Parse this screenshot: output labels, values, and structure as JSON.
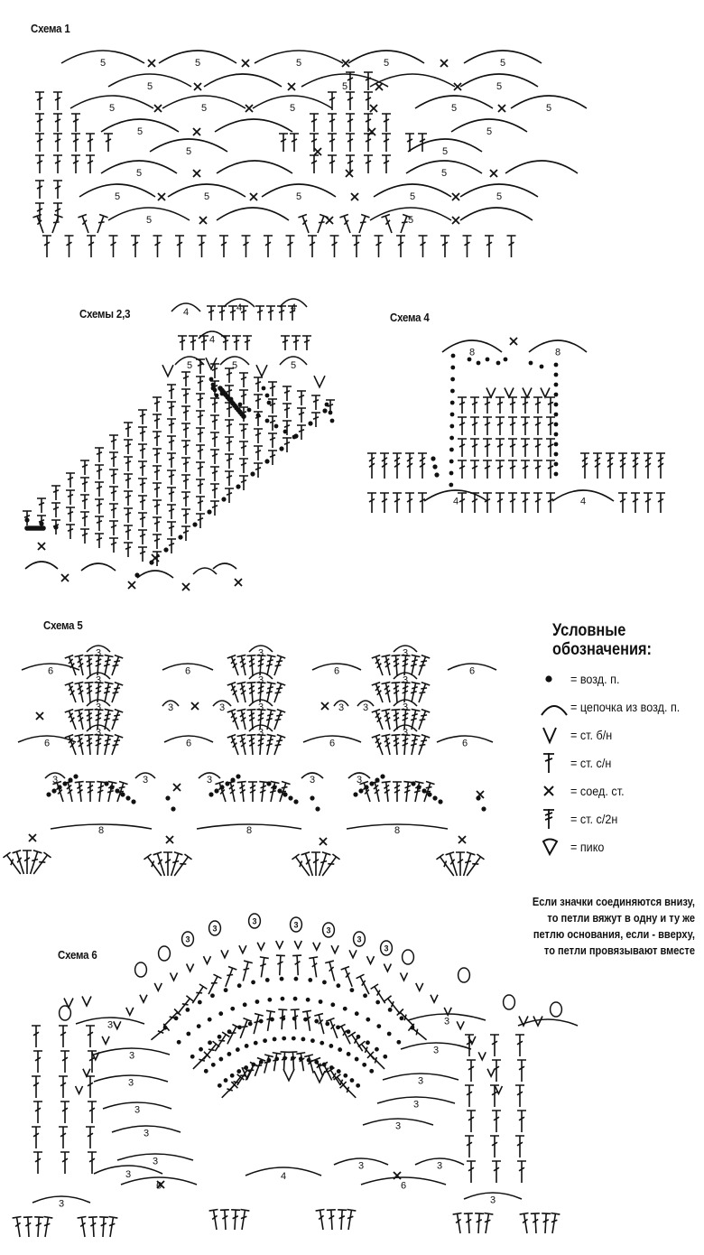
{
  "schemes": {
    "s1": "Схема 1",
    "s23": "Схемы 2,3",
    "s4": "Схема 4",
    "s5": "Схема 5",
    "s6": "Схема 6"
  },
  "legend": {
    "heading_line1": "Условные",
    "heading_line2": "обозначения:",
    "items": [
      {
        "icon": "chain-dot-icon",
        "label": "= возд. п."
      },
      {
        "icon": "chain-arc-icon",
        "label": "= цепочка из возд. п."
      },
      {
        "icon": "single-crochet-icon",
        "label": "= ст. б/н"
      },
      {
        "icon": "double-crochet-icon",
        "label": "= ст. с/н"
      },
      {
        "icon": "slip-stitch-icon",
        "label": "= соед. ст."
      },
      {
        "icon": "treble-crochet-icon",
        "label": "= ст. с/2н"
      },
      {
        "icon": "picot-icon",
        "label": "= пико"
      }
    ]
  },
  "note": {
    "line1": "Если значки соединяются внизу,",
    "line2": "то петли вяжут в одну и ту же",
    "line3": "петлю основания, если - вверху,",
    "line4": "то петли провязывают вместе"
  },
  "chain_numbers": {
    "n3": "3",
    "n4": "4",
    "n5": "5",
    "n6": "6",
    "n8": "8"
  }
}
